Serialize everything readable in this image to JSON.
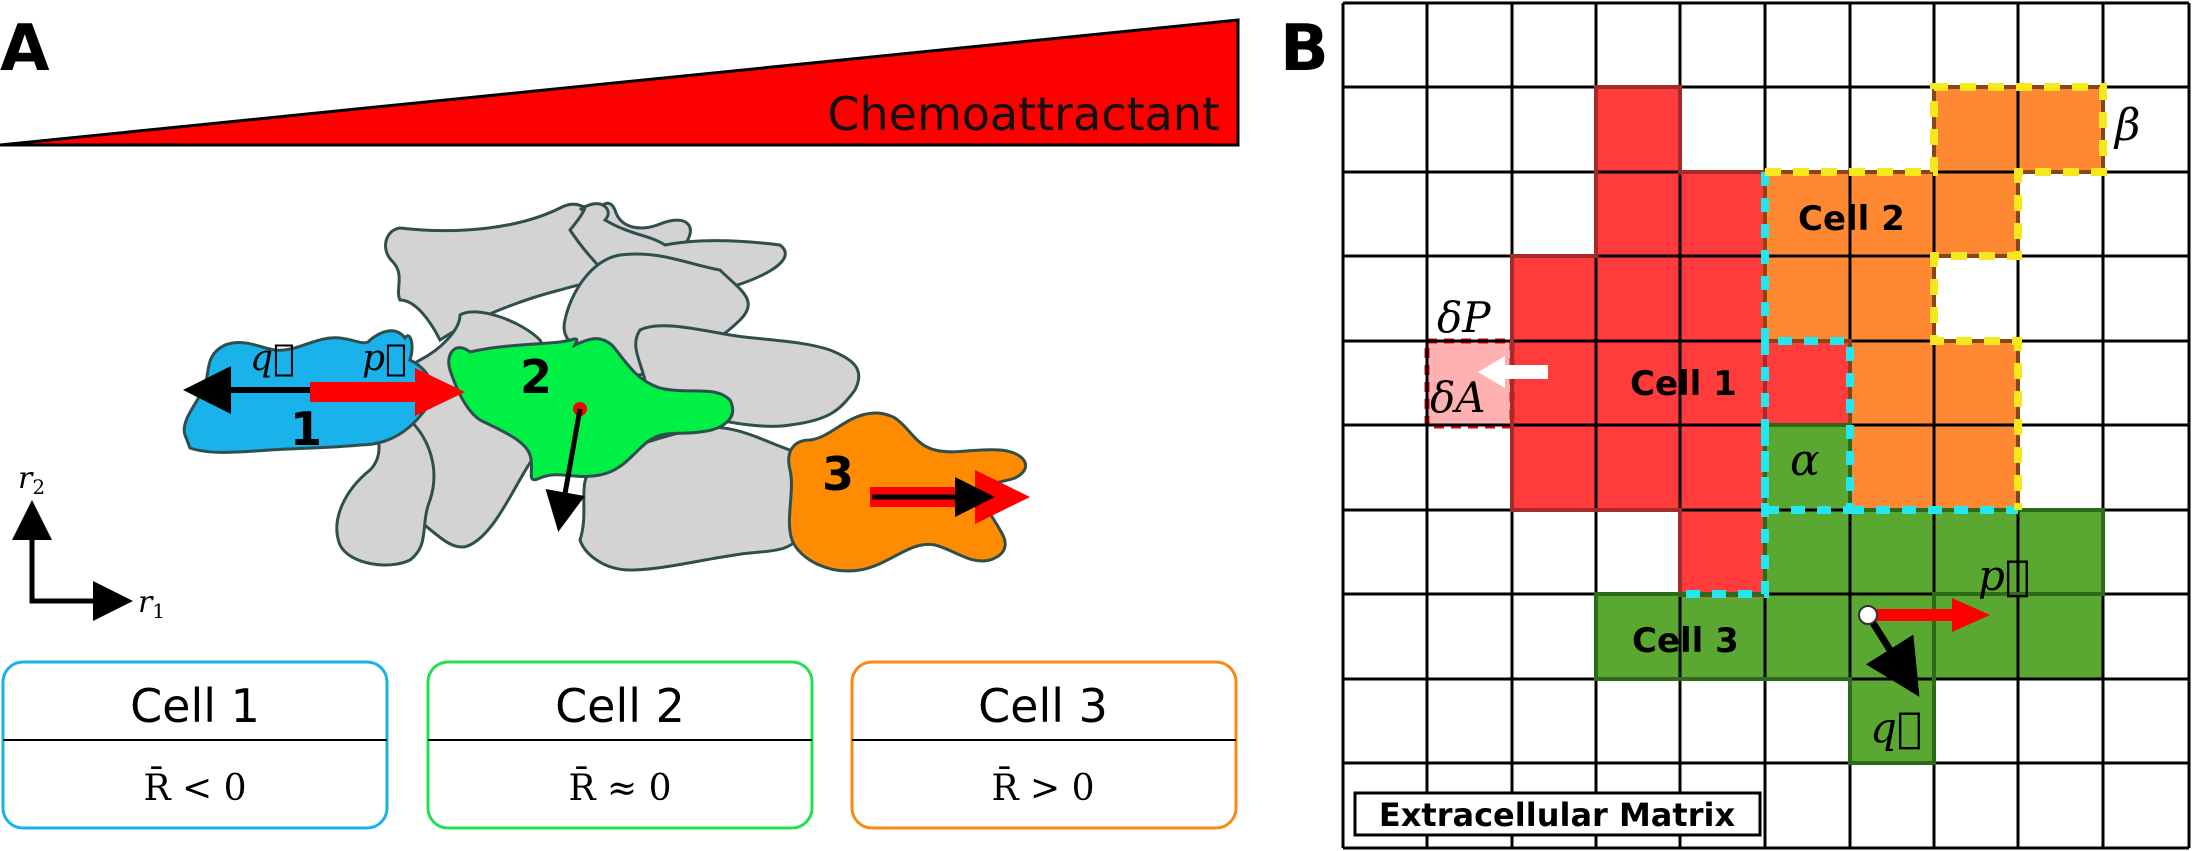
{
  "panel_a": {
    "letter": "A",
    "gradient_label": "Chemoattractant",
    "cell_numbers": [
      "1",
      "2",
      "3"
    ],
    "vector_labels": {
      "q": "q⃗",
      "p": "p⃗"
    },
    "axes": {
      "r2": "r",
      "r2_sub": "2",
      "r1": "r",
      "r1_sub": "1"
    },
    "boxes": [
      {
        "title": "Cell 1",
        "expr": "R̄ < 0",
        "color": "#1ab2ea"
      },
      {
        "title": "Cell 2",
        "expr": "R̄ ≈ 0",
        "color": "#22e052"
      },
      {
        "title": "Cell 3",
        "expr": "R̄ > 0",
        "color": "#f58a14"
      }
    ]
  },
  "panel_b": {
    "letter": "B",
    "cell_labels": {
      "cell1": "Cell 1",
      "cell2": "Cell 2",
      "cell3": "Cell 3"
    },
    "symbols": {
      "dP": "δP",
      "dA": "δA",
      "alpha": "α",
      "beta": "β",
      "p": "p⃗",
      "q": "q⃗"
    },
    "ecm_label": "Extracellular Matrix"
  },
  "colors": {
    "cell1_blue": "#1ab2ea",
    "cell2_green": "#00f045",
    "cell3_orange": "#ff8c00",
    "neighbor_gray": "#d3d3d3",
    "lattice_cell1": "#ff3b3b",
    "lattice_cell2": "#ff8833",
    "lattice_cell3": "#5aa832",
    "cyan_border": "#22e6f0",
    "yellow_border": "#f5e81c",
    "arrow_red": "#ff0000"
  }
}
